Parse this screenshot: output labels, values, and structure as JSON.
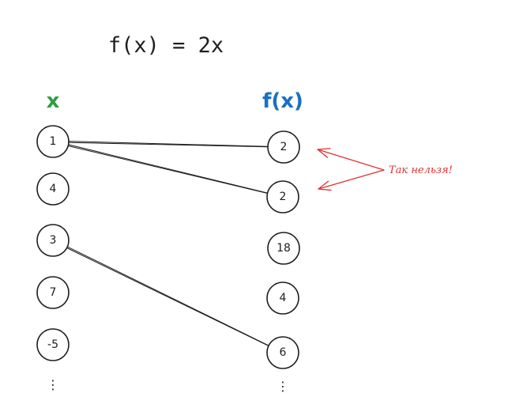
{
  "formula": "f(x) = 2x",
  "domain_header": "x",
  "codomain_header": "f(x)",
  "colors": {
    "domain_header": "#2f9e44",
    "codomain_header": "#1971c2",
    "annotation": "#e03131",
    "ink": "#1e1e1e"
  },
  "domain": [
    {
      "label": "1"
    },
    {
      "label": "4"
    },
    {
      "label": "3"
    },
    {
      "label": "7"
    },
    {
      "label": "-5"
    }
  ],
  "codomain": [
    {
      "label": "2"
    },
    {
      "label": "2"
    },
    {
      "label": "18"
    },
    {
      "label": "4"
    },
    {
      "label": "6"
    }
  ],
  "mappings": [
    {
      "from": 0,
      "to": 0
    },
    {
      "from": 0,
      "to": 1
    },
    {
      "from": 2,
      "to": 4
    }
  ],
  "ellipsis": "⋮",
  "annotation": {
    "text": "Так нельзя!",
    "targets": [
      0,
      1
    ]
  }
}
